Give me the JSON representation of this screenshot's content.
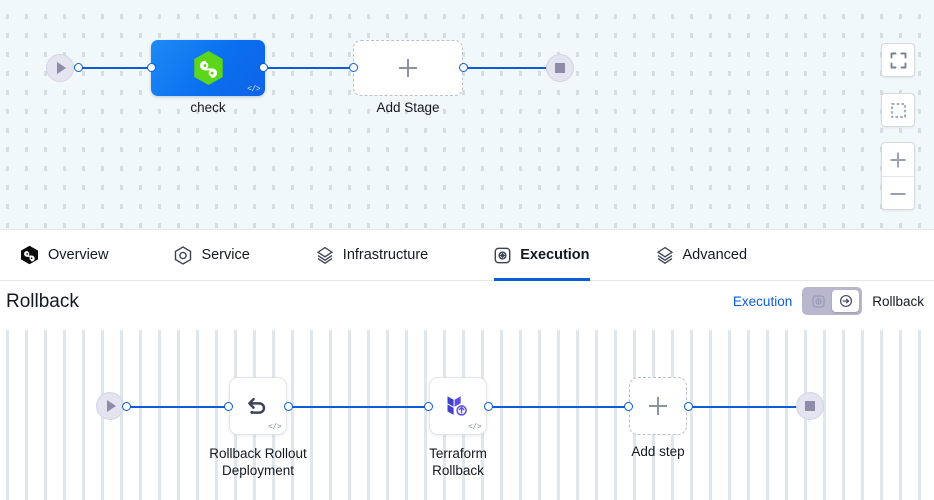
{
  "top_canvas": {
    "start_node": {
      "icon": "play-icon"
    },
    "end_node": {
      "icon": "stop-square-icon"
    },
    "stages": [
      {
        "label": "check",
        "icon": "harness-hexagon-icon",
        "badge": "</>"
      },
      {
        "label": "Add Stage",
        "icon": "plus-icon"
      }
    ],
    "controls": [
      {
        "name": "fullscreen-icon",
        "label": ""
      },
      {
        "name": "selection-box-icon",
        "label": ""
      },
      {
        "name": "zoom-in-icon",
        "label": "+"
      },
      {
        "name": "zoom-out-icon",
        "label": "−"
      }
    ]
  },
  "tabs": [
    {
      "id": "overview",
      "label": "Overview",
      "icon": "harness-filled-hexagon-icon",
      "active": false
    },
    {
      "id": "service",
      "label": "Service",
      "icon": "service-hexagon-icon",
      "active": false
    },
    {
      "id": "infrastructure",
      "label": "Infrastructure",
      "icon": "infrastructure-layers-icon",
      "active": false
    },
    {
      "id": "execution",
      "label": "Execution",
      "icon": "execution-icon",
      "active": true
    },
    {
      "id": "advanced",
      "label": "Advanced",
      "icon": "advanced-layers-icon",
      "active": false
    }
  ],
  "rollback_header": {
    "title": "Rollback",
    "toggle": {
      "left_label": "Execution",
      "right_label": "Rollback",
      "left_icon": "execution-icon",
      "right_icon": "rollback-arrow-icon",
      "selected": "Rollback"
    }
  },
  "bottom_canvas": {
    "start_node": {
      "icon": "play-icon"
    },
    "end_node": {
      "icon": "stop-square-icon"
    },
    "steps": [
      {
        "label": "Rollback Rollout\nDeployment",
        "icon": "undo-arrow-icon",
        "badge": "</>"
      },
      {
        "label": "Terraform\nRollback",
        "icon": "terraform-icon",
        "badge": "</>"
      },
      {
        "label": "Add step",
        "icon": "plus-icon"
      }
    ]
  },
  "colors": {
    "edge_blue": "#0b5cd8",
    "link_blue": "#0b5cd8",
    "stage_blue": "#0a6ff0",
    "harness_green": "#5cd61a",
    "terraform_purple": "#5c4ee5",
    "endcap_lavender": "#e4e3f0"
  }
}
